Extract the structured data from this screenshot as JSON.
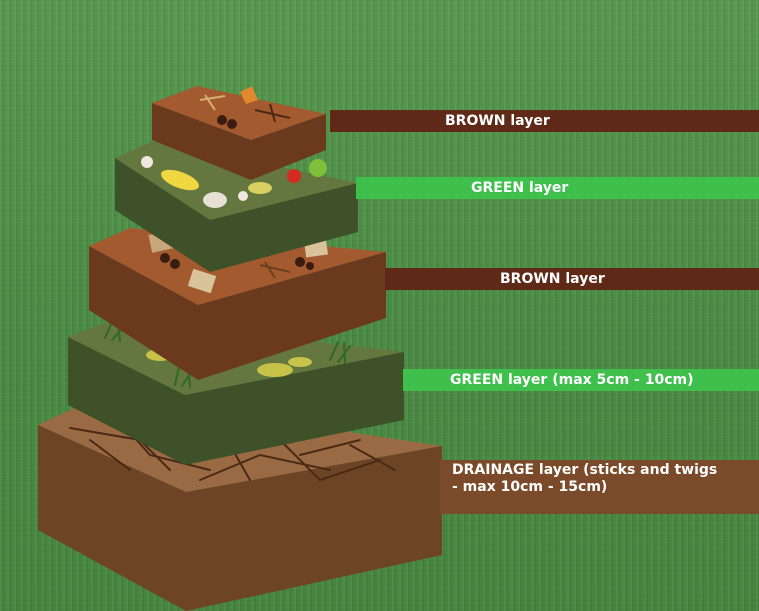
{
  "colors": {
    "brown_band": "#5e2a17",
    "green_band": "#3fbf4c",
    "drainage_band": "#7a4a2a",
    "brown_top": "#a45a2f",
    "brown_side": "#6b3a1e",
    "green_top": "#64773f",
    "green_side": "#3e5128",
    "drainage_top": "#9a6a44",
    "drainage_side": "#6d4526"
  },
  "layers": [
    {
      "label": "BROWN layer",
      "type": "brown"
    },
    {
      "label": "GREEN layer",
      "type": "green"
    },
    {
      "label": "BROWN layer",
      "type": "brown"
    },
    {
      "label": "GREEN layer (max 5cm - 10cm)",
      "type": "green"
    },
    {
      "label": "DRAINAGE layer (sticks and twigs - max 10cm - 15cm)",
      "type": "drainage"
    }
  ]
}
